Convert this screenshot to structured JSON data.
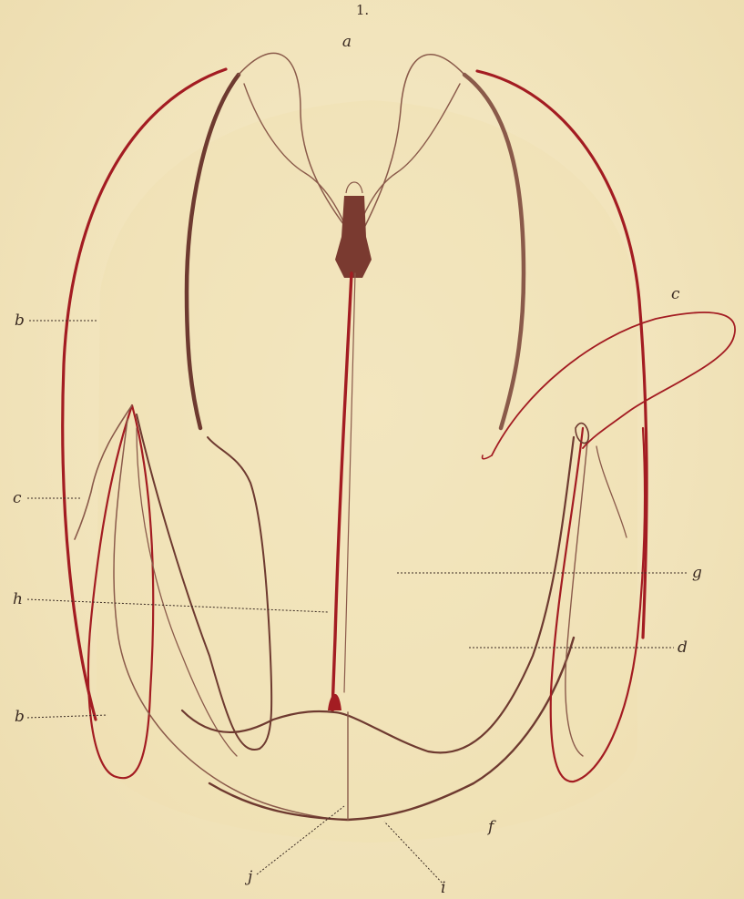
{
  "figure": {
    "number": "1.",
    "labels": {
      "a": "a",
      "b_upper": "b",
      "b_lower": "b",
      "c_right": "c",
      "c_left": "c",
      "d": "d",
      "f": "f",
      "g": "g",
      "h": "h",
      "i": "i",
      "j": "j"
    }
  },
  "colors": {
    "background": "#f1e3ba",
    "wall_red": "#a31c22",
    "canal_brown": "#8a5a4a",
    "dark_brown": "#6e3a30"
  }
}
